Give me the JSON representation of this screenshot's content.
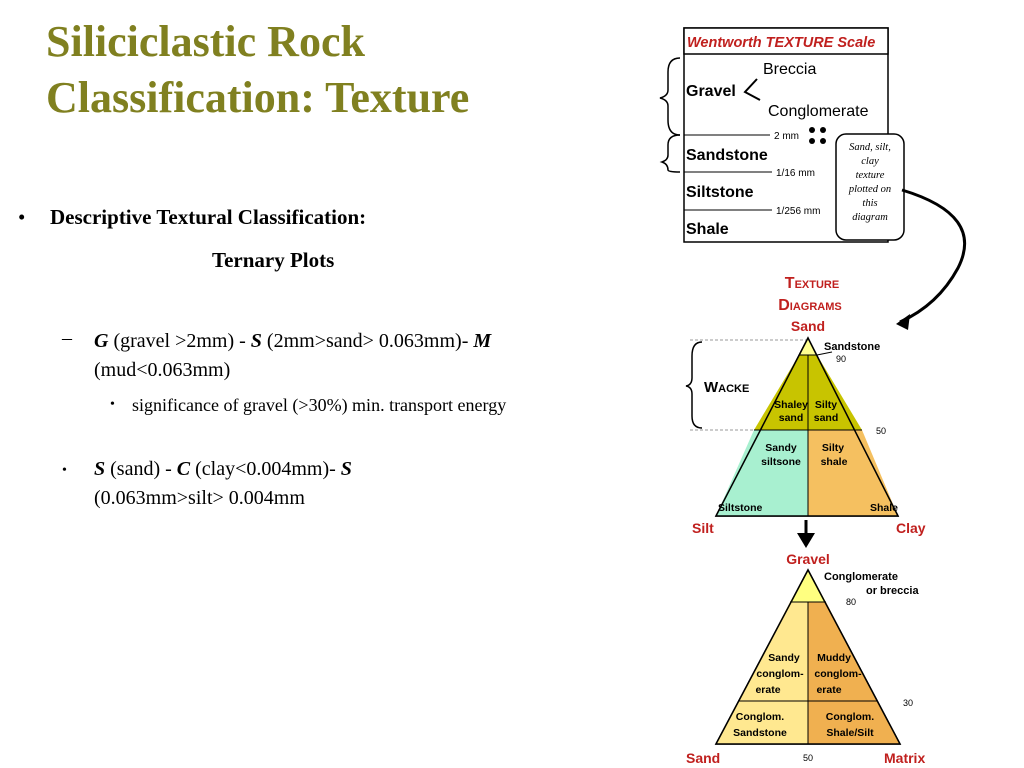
{
  "slide": {
    "title": "Siliciclastic Rock Classification: Texture",
    "bullet1": {
      "marker": "•",
      "text": "Descriptive Textural Classification:",
      "subtext": "Ternary Plots"
    },
    "sub1": {
      "marker": "–",
      "g": "G",
      "g_text": " (gravel >2mm) - ",
      "s": "S",
      "s_text": " (2mm>sand> 0.063mm)-",
      "m": "M",
      "m_text": " (mud<0.063mm)"
    },
    "sub2": {
      "marker": "•",
      "text": "significance of gravel (>30%) min. transport energy"
    },
    "sub3": {
      "marker": "•",
      "s1": "S",
      "t1": " (sand) - ",
      "c": "C",
      "t2": " (clay<0.004mm)- ",
      "s2": "S",
      "t3": " (0.063mm>silt> 0.004mm"
    }
  },
  "wentworth": {
    "header": "Wentworth TEXTURE Scale",
    "breccia": "Breccia",
    "gravel": "Gravel",
    "conglomerate": "Conglomerate",
    "mm2": "2 mm",
    "sandstone": "Sandstone",
    "mm16": "1/16 mm",
    "siltstone": "Siltstone",
    "mm256": "1/256 mm",
    "shale": "Shale",
    "note": [
      "Sand, silt,",
      "clay",
      "texture",
      "plotted on",
      "this",
      "diagram"
    ]
  },
  "texture_diagrams": {
    "heading_line1": "Texture",
    "heading_line2": "Diagrams",
    "sand": "Sand",
    "sandstone": "Sandstone",
    "tick90": "90",
    "wacke": "Wacke",
    "shaley_sand": [
      "Shaley",
      "sand"
    ],
    "silty_sand": [
      "Silty",
      "sand"
    ],
    "tick50": "50",
    "sandy_siltstone": [
      "Sandy",
      "siltsone"
    ],
    "silty_shale": [
      "Silty",
      "shale"
    ],
    "siltstone": "Siltstone",
    "shale": "Shale",
    "silt": "Silt",
    "clay": "Clay"
  },
  "gravel_diagram": {
    "gravel": "Gravel",
    "conglomerate_breccia": [
      "Conglomerate",
      "or breccia"
    ],
    "tick80": "80",
    "sandy_conglomerate": [
      "Sandy",
      "conglom-",
      "erate"
    ],
    "muddy_conglomerate": [
      "Muddy",
      "conglom-",
      "erate"
    ],
    "tick30": "30",
    "conglom_sandstone": [
      "Conglom.",
      "Sandstone"
    ],
    "conglom_shale_silt": [
      "Conglom.",
      "Shale/Silt"
    ],
    "sand": "Sand",
    "tick50": "50",
    "matrix": "Matrix"
  },
  "colors": {
    "title": "#808020",
    "accent_red": "#c0201e",
    "olive_top": "#c8c400",
    "green_left": "#a8f0d0",
    "orange_right": "#f5c060",
    "yellow_top": "#ffff80",
    "pale_yellow": "#ffe890",
    "orange_mid": "#f0b050"
  }
}
